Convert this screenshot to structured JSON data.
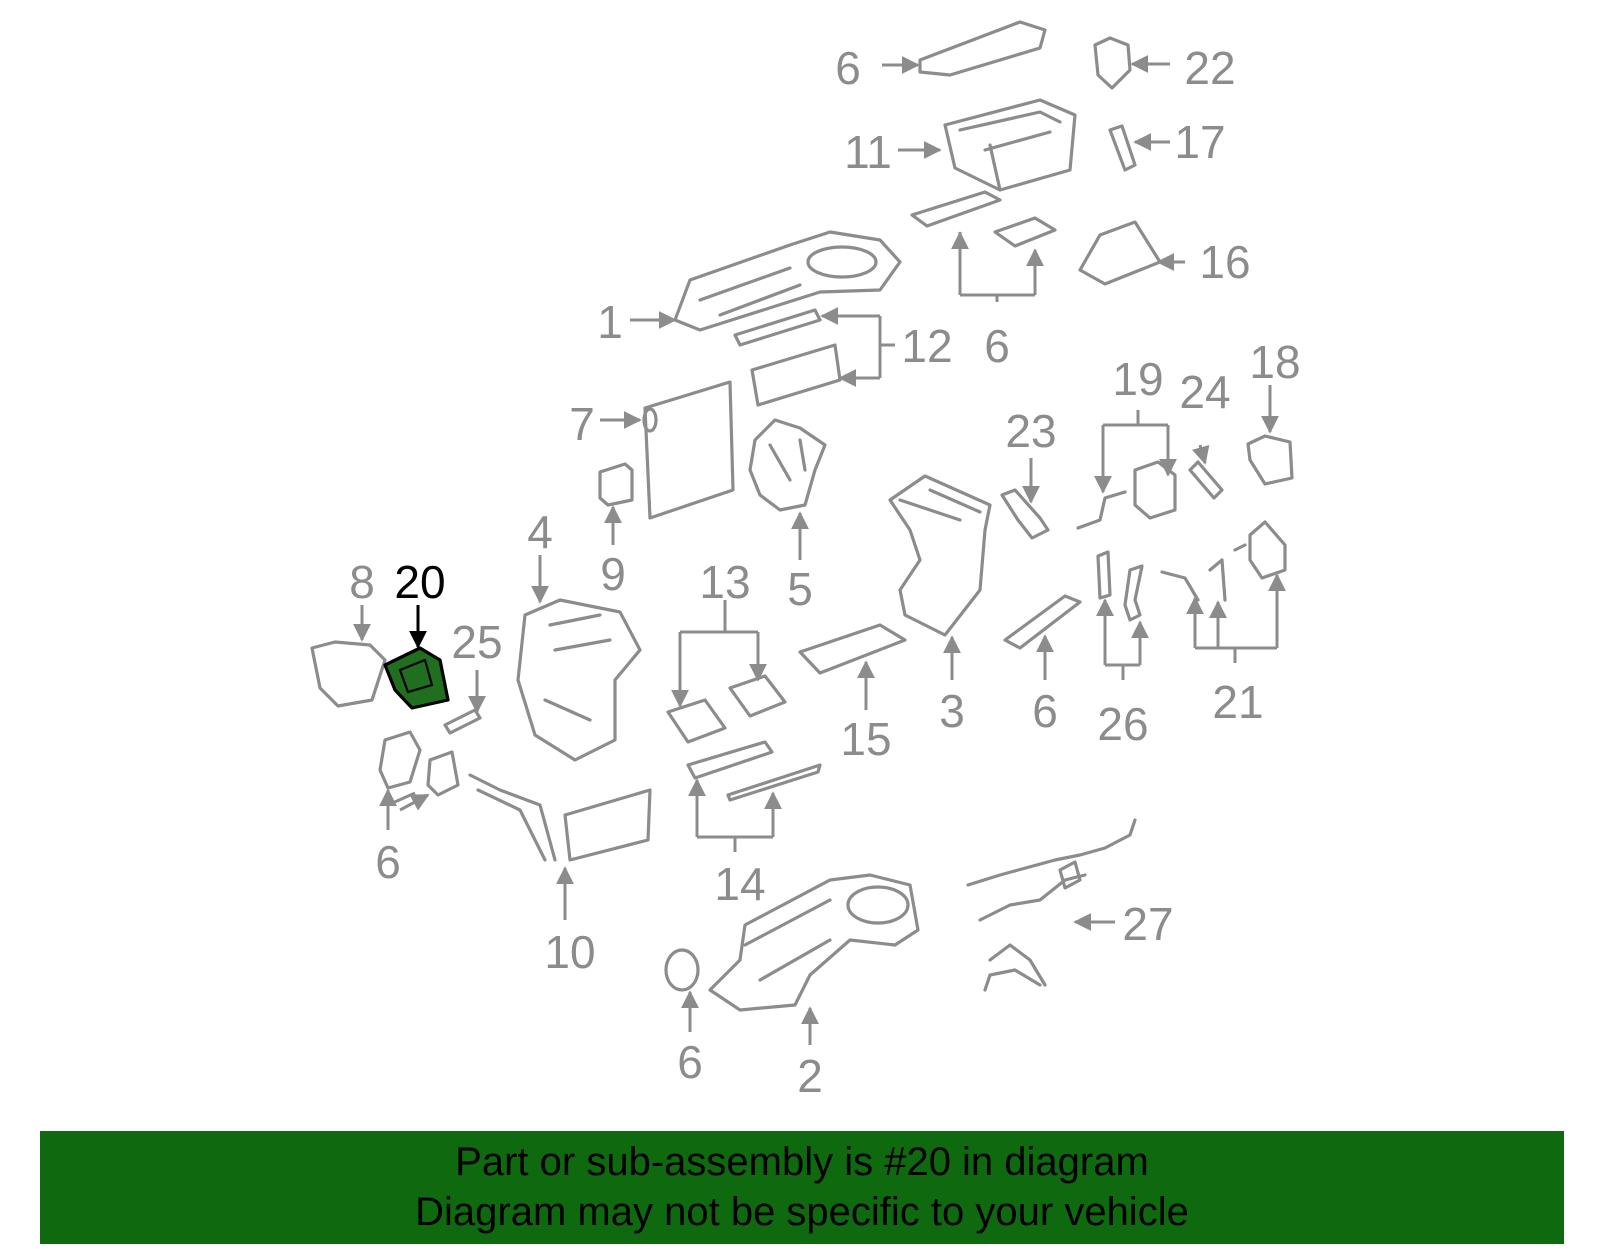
{
  "diagram": {
    "highlight_part": "20",
    "colors": {
      "line": "#8c8c8c",
      "highlight_fill": "#1f6f1f",
      "highlight_label": "#000000",
      "banner": "#0f6a0f"
    },
    "labels": {
      "p1": "1",
      "p2": "2",
      "p3": "3",
      "p4": "4",
      "p5": "5",
      "p6a": "6",
      "p6b": "6",
      "p6c": "6",
      "p6d": "6",
      "p6e": "6",
      "p7": "7",
      "p8": "8",
      "p9": "9",
      "p10": "10",
      "p11": "11",
      "p12": "12",
      "p13": "13",
      "p14": "14",
      "p15": "15",
      "p16": "16",
      "p17": "17",
      "p18": "18",
      "p19": "19",
      "p20": "20",
      "p21": "21",
      "p22": "22",
      "p23": "23",
      "p24": "24",
      "p25": "25",
      "p26": "26",
      "p27": "27"
    }
  },
  "banner": {
    "line1": "Part or sub-assembly is #20 in diagram",
    "line2": "Diagram may not be specific to your vehicle"
  }
}
